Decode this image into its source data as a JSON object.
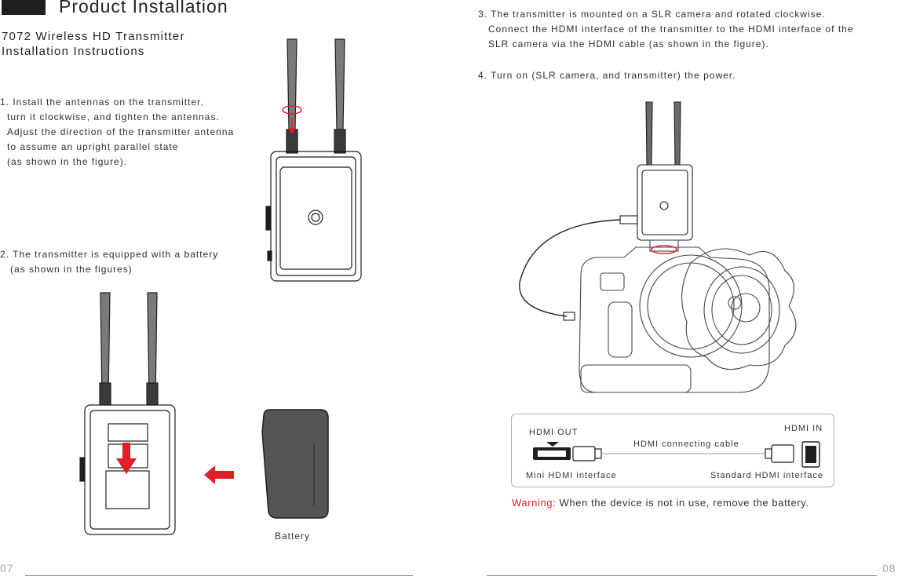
{
  "header": {
    "title": "Product Installation"
  },
  "subtitle": {
    "line1": "7072 Wireless HD Transmitter",
    "line2": "Installation Instructions"
  },
  "step1": {
    "l1": "1. Install the antennas on the transmitter,",
    "l2": "turn it clockwise, and tighten the antennas.",
    "l3": "Adjust the direction of the transmitter antenna",
    "l4": "to assume an upright parallel state",
    "l5": "(as shown in the figure)."
  },
  "step2": {
    "l1": "2. The transmitter is equipped with a battery",
    "l2": "(as shown in the figures)"
  },
  "step3": {
    "l1": "3. The transmitter is mounted on a SLR camera and rotated clockwise.",
    "l2": "Connect the HDMI interface of the transmitter to the HDMI interface of the",
    "l3": "SLR camera via the HDMI cable (as shown in the figure)."
  },
  "step4": {
    "l1": "4. Turn on (SLR camera, and transmitter) the power."
  },
  "battery_label": "Battery",
  "hdmi": {
    "out": "HDMI OUT",
    "in": "HDMI IN",
    "cable": "HDMI connecting cable",
    "mini": "Mini HDMI interface",
    "standard": "Standard HDMI interface"
  },
  "warning": {
    "label": "Warning",
    "text": ": When the device is not in use, remove the battery."
  },
  "pages": {
    "left": "07",
    "right": "08"
  },
  "colors": {
    "accent": "#e01f26",
    "dark": "#1e1e1e"
  }
}
